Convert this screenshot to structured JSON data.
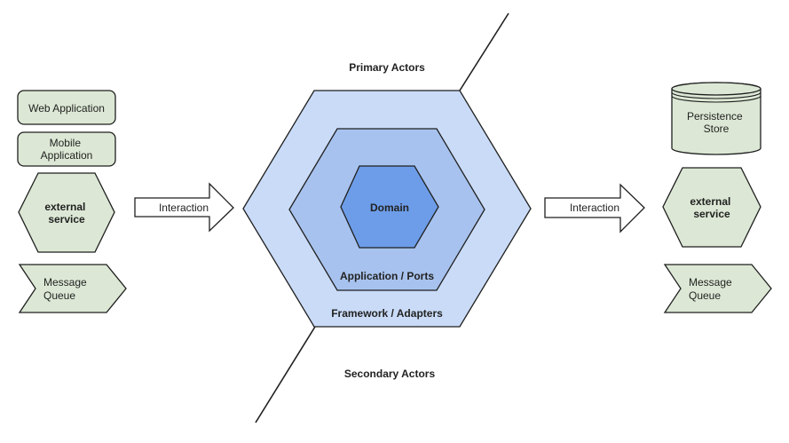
{
  "colors": {
    "outer_hexagon": "#c9dbf7",
    "middle_hexagon": "#a7c2ee",
    "inner_hexagon": "#6d9de8",
    "actor_box": "#dce8d5",
    "stroke": "#1f1f1f"
  },
  "labels": {
    "primary_actors": "Primary Actors",
    "secondary_actors": "Secondary Actors",
    "domain": "Domain",
    "application_ports": "Application / Ports",
    "framework_adapters": "Framework / Adapters"
  },
  "left_actors": {
    "web_application": "Web Application",
    "mobile_application": [
      "Mobile",
      "Application"
    ],
    "external_service": [
      "external",
      "service"
    ],
    "message_queue": [
      "Message",
      "Queue"
    ]
  },
  "right_actors": {
    "persistence_store": [
      "Persistence",
      "Store"
    ],
    "external_service": [
      "external",
      "service"
    ],
    "message_queue": [
      "Message",
      "Queue"
    ]
  },
  "arrows": {
    "left_interaction": "Interaction",
    "right_interaction": "Interaction"
  }
}
